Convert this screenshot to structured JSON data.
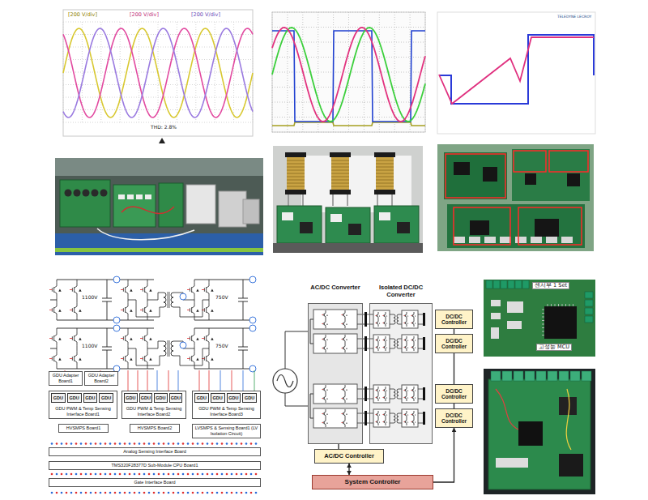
{
  "diagram": {
    "nodes": [
      {
        "text": [
          "GDU Adapter Board1"
        ]
      },
      {
        "text": [
          "GDU Adapter Board2"
        ]
      },
      {
        "text": [
          "GDU PWM & Temp Sensing Interface Board1"
        ]
      },
      {
        "text": [
          "GDU"
        ],
        "in": 2
      },
      {
        "text": [
          "GDU"
        ],
        "in": 2
      },
      {
        "text": [
          "GDU"
        ],
        "in": 2
      },
      {
        "text": [
          "GDU"
        ],
        "in": 2
      },
      {
        "text": [
          "GDU PWM & Temp Sensing Interface Board2"
        ]
      },
      {
        "text": [
          "GDU"
        ],
        "in": 7
      },
      {
        "text": [
          "GDU"
        ],
        "in": 7
      },
      {
        "text": [
          "GDU"
        ],
        "in": 7
      },
      {
        "text": [
          "GDU"
        ],
        "in": 7
      },
      {
        "text": [
          "GDU PWM & Temp Sensing Interface Board3"
        ]
      },
      {
        "text": [
          "GDU"
        ],
        "in": 12
      },
      {
        "text": [
          "GDU"
        ],
        "in": 12
      },
      {
        "text": [
          "GDU"
        ],
        "in": 12
      },
      {
        "text": [
          "GDU"
        ],
        "in": 12
      },
      {
        "text": [
          "HVSMPS Board1"
        ]
      },
      {
        "text": [
          "HVSMPS Board2"
        ]
      },
      {
        "text": [
          "LVSMPS & Sensing Board1 (LV Isolation Circuit)"
        ]
      },
      {
        "text": [
          "Analog Sensing Interface Board"
        ]
      },
      {
        "text": [
          "TMS320F28377D Sub-Module CPU Board1"
        ]
      },
      {
        "text": [
          "Gate Interface Board"
        ]
      },
      {
        "text": [
          "AC/DC Converter"
        ]
      },
      {
        "text": [
          "Isolated DC/DC Converter"
        ]
      },
      {
        "text": [
          "DC/DC Controller"
        ]
      },
      {
        "text": [
          "DC/DC Controller"
        ]
      },
      {
        "text": [
          "DC/DC Controller"
        ]
      },
      {
        "text": [
          "DC/DC Controller"
        ]
      },
      {
        "text": [
          "AC/DC Controller"
        ]
      },
      {
        "text": [
          "System Controller"
        ]
      }
    ],
    "edges": [
      {
        "from": 23,
        "to": 29,
        "arrow": "none"
      },
      {
        "from": 25,
        "to": 26,
        "arrow": "none"
      },
      {
        "from": 26,
        "to": 27,
        "arrow": "none"
      },
      {
        "from": 27,
        "to": 28,
        "arrow": "none"
      },
      {
        "from": 29,
        "to": 30,
        "arrow": "both"
      },
      {
        "from": 30,
        "to": 28,
        "arrow": "to"
      }
    ],
    "labels": [
      "[200 V/div]",
      "[200 V/div]",
      "[200 V/div]",
      "THD: 2.8%",
      "TELEDYNE LECROY",
      "1100V",
      "1100V",
      "750V",
      "750V",
      "센서부 1 Set",
      "고성능 MCU"
    ]
  }
}
